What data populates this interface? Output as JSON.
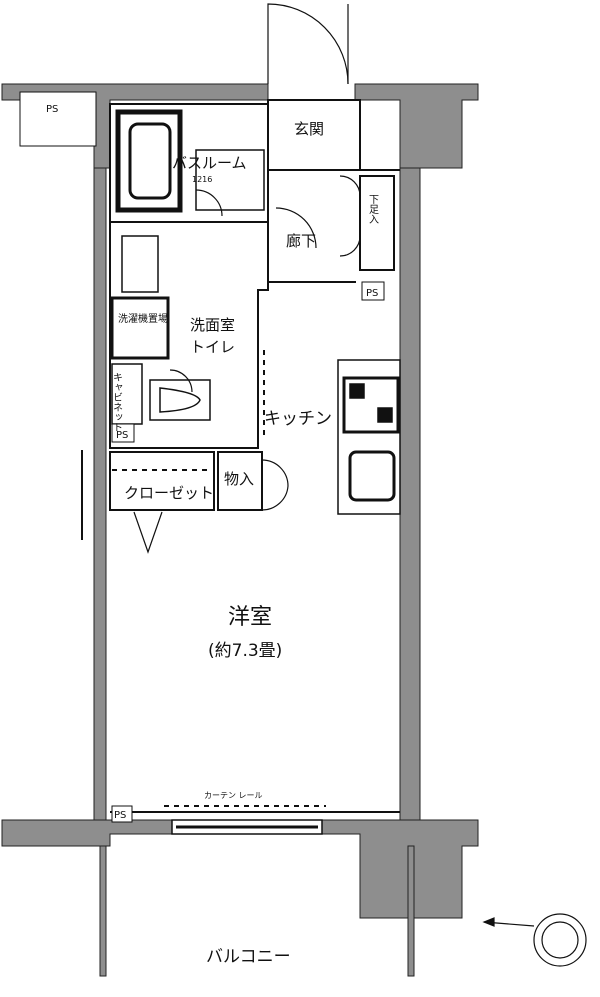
{
  "rooms": {
    "entrance": "玄関",
    "bathroom": "バスルーム",
    "bathroom_size": "1216",
    "corridor": "廊下",
    "shoe_storage": "下足入",
    "washroom_line1": "洗面室",
    "washroom_line2": "トイレ",
    "washer_space": "洗濯機置場",
    "kitchen": "キッチン",
    "storage": "物入",
    "closet": "クローゼット",
    "western_room": "洋室",
    "western_room_size": "(約7.3畳)",
    "balcony": "バルコニー",
    "curtain_rail": "カーテン レール",
    "cabinet": "キャビネット"
  },
  "marks": {
    "ps": "PS"
  },
  "colors": {
    "wall": "#8e8e8e",
    "line": "#111111",
    "background": "#ffffff"
  }
}
